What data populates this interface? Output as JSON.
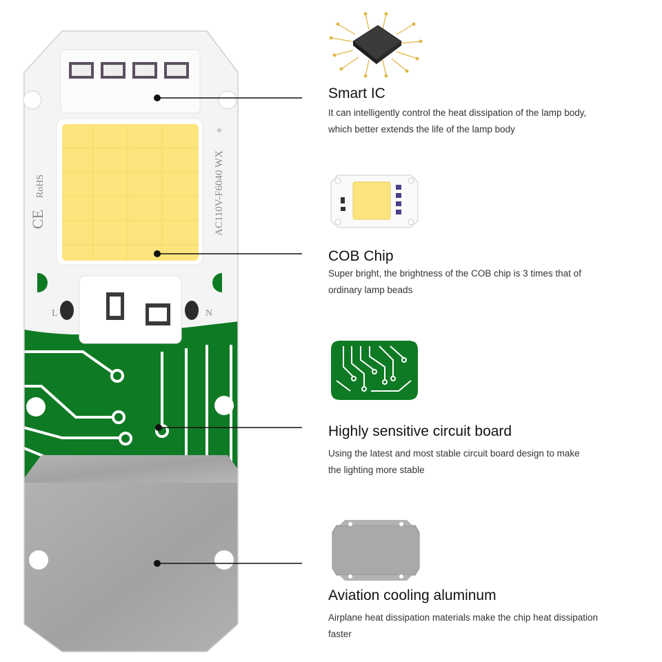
{
  "board": {
    "rohs_mark": "RoHS",
    "ce_mark": "CE",
    "model_text": "AC110V-F6040 WX",
    "l_label": "L",
    "n_label": "N"
  },
  "features": [
    {
      "icon": "ic-chip-icon",
      "title": "Smart IC",
      "desc_line1": "It can intelligently control the heat dissipation of the lamp body,",
      "desc_line2": "which better extends the life of the lamp body"
    },
    {
      "icon": "cob-module-icon",
      "title": "COB Chip",
      "desc_line1": "Super bright, the brightness of the COB chip is 3 times that of",
      "desc_line2": "ordinary lamp beads"
    },
    {
      "icon": "circuit-board-icon",
      "title": "Highly sensitive circuit board",
      "desc_line1": "Using the latest and most stable circuit board design to make",
      "desc_line2": "the lighting more stable"
    },
    {
      "icon": "aluminum-plate-icon",
      "title": "Aviation cooling aluminum",
      "desc_line1": "Airplane heat dissipation materials make the chip heat dissipation",
      "desc_line2": "faster"
    }
  ],
  "colors": {
    "chip_yellow": "#fde47d",
    "pcb_green": "#0f7a24",
    "aluminum": "#a9a9a9",
    "ic_traces": "#e0b84a"
  }
}
